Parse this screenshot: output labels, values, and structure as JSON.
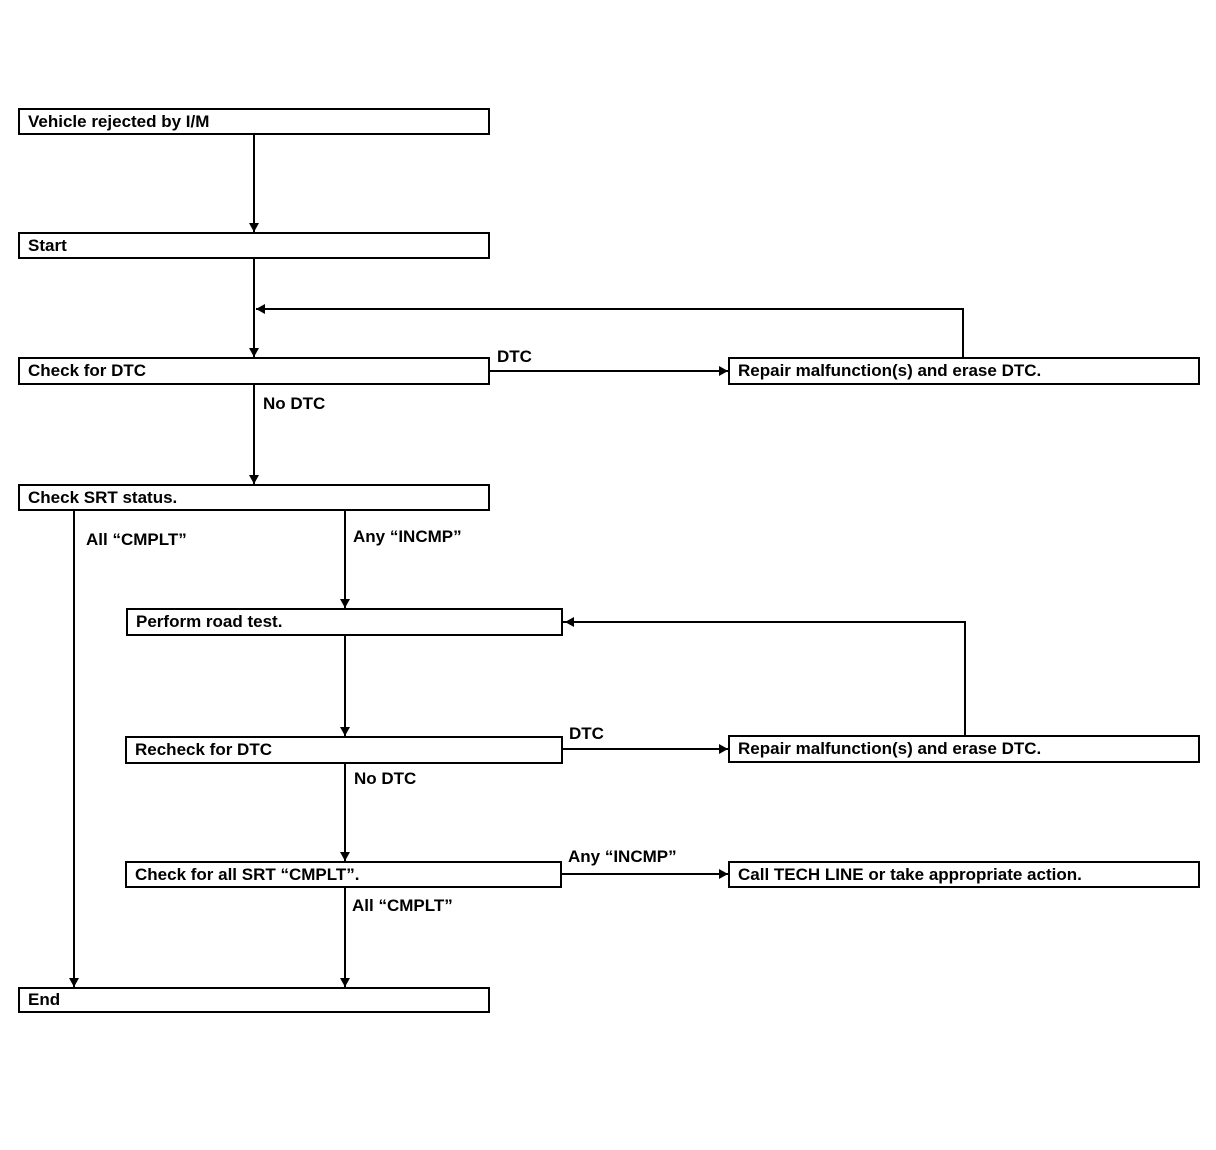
{
  "diagram": {
    "type": "flowchart",
    "background_color": "#ffffff",
    "line_color": "#000000",
    "nodes": {
      "vehicle_rejected": {
        "label": "Vehicle rejected by I/M"
      },
      "start": {
        "label": "Start"
      },
      "check_dtc": {
        "label": "Check for DTC"
      },
      "repair_erase_1": {
        "label": "Repair malfunction(s) and erase DTC."
      },
      "check_srt": {
        "label": "Check SRT status."
      },
      "road_test": {
        "label": "Perform road test."
      },
      "recheck_dtc": {
        "label": "Recheck for DTC"
      },
      "repair_erase_2": {
        "label": "Repair malfunction(s) and erase DTC."
      },
      "check_all_srt": {
        "label": "Check for all SRT “CMPLT”."
      },
      "call_tech_line": {
        "label": "Call TECH LINE or take appropriate action."
      },
      "end": {
        "label": "End"
      }
    },
    "edge_labels": {
      "dtc_1": "DTC",
      "no_dtc_1": "No DTC",
      "all_cmplt_1": "All “CMPLT”",
      "any_incmp_1": "Any “INCMP”",
      "dtc_2": "DTC",
      "no_dtc_2": "No DTC",
      "any_incmp_2": "Any “INCMP”",
      "all_cmplt_2": "All “CMPLT”"
    }
  }
}
